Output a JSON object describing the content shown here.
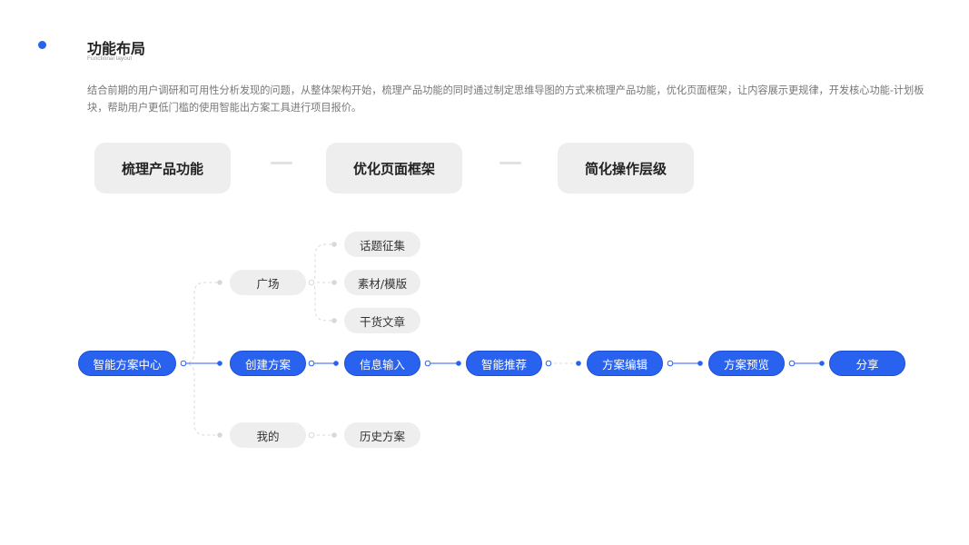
{
  "header": {
    "title": "功能布局",
    "subtitle": "Functional layout",
    "description": "结合前期的用户调研和可用性分析发现的问题，从整体架构开始，梳理产品功能的同时通过制定思维导图的方式来梳理产品功能，优化页面框架，让内容展示更规律，开发核心功能-计划板块，帮助用户更低门槛的使用智能出方案工具进行项目报价。"
  },
  "stages": [
    "梳理产品功能",
    "优化页面框架",
    "简化操作层级"
  ],
  "tree": {
    "root": "智能方案中心",
    "square": "广场",
    "square_children": [
      "话题征集",
      "素材/模版",
      "干货文章"
    ],
    "create": "创建方案",
    "flow": [
      "信息输入",
      "智能推荐",
      "方案编辑",
      "方案预览",
      "分享"
    ],
    "mine": "我的",
    "mine_children": [
      "历史方案"
    ]
  },
  "colors": {
    "accent": "#2a62f0",
    "node_gray": "#eeeeee",
    "stage_bg": "#eeeeee"
  }
}
